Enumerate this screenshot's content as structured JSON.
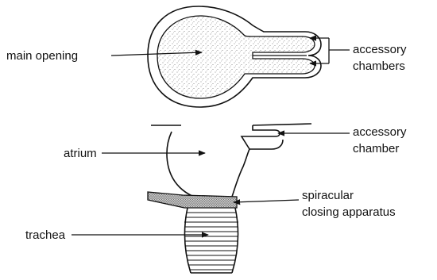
{
  "labels": {
    "main_opening": "main opening",
    "accessory_chambers_line1": "accessory",
    "accessory_chambers_line2": "chambers",
    "atrium": "atrium",
    "accessory_chamber_line1": "accessory",
    "accessory_chamber_line2": "chamber",
    "spiracular_line1": "spiracular",
    "spiracular_line2": "closing apparatus",
    "trachea": "trachea"
  },
  "colors": {
    "ink": "#111111",
    "stipple": "#6b6b6b",
    "background": "#ffffff"
  }
}
